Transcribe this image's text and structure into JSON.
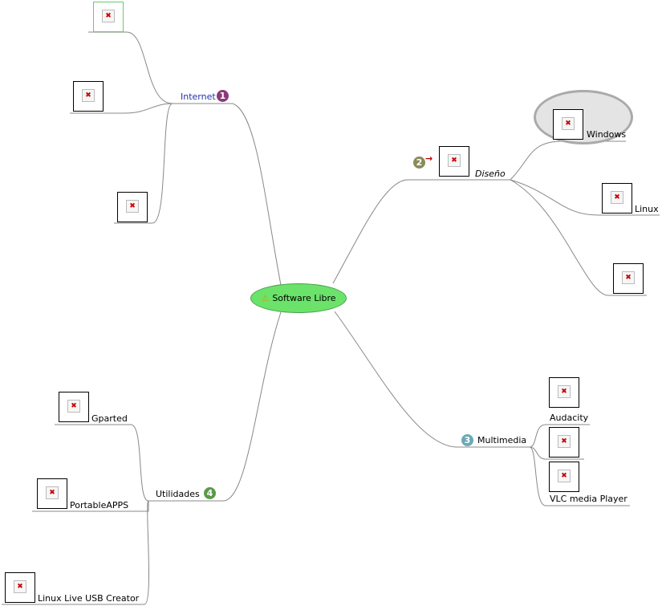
{
  "root": {
    "label": "Software Libre",
    "icon": "warning-icon"
  },
  "branches": {
    "internet": {
      "label": "Internet",
      "badge": "1",
      "badge_color": "#8a3a7a",
      "text_color": "#2233aa"
    },
    "diseno": {
      "label": "Diseño",
      "badge": "2",
      "badge_color": "#8d8a5a",
      "arrow": "→"
    },
    "multimedia": {
      "label": "Multimedia",
      "badge": "3",
      "badge_color": "#6aa9b5"
    },
    "utilidades": {
      "label": "Utilidades",
      "badge": "4",
      "badge_color": "#5a9a4a"
    }
  },
  "diseno_children": {
    "windows": "Windows",
    "linux": "Linux"
  },
  "multimedia_children": {
    "audacity": "Audacity",
    "vlc": "VLC media Player"
  },
  "utilidades_children": {
    "gparted": "Gparted",
    "portable": "PortableAPPS",
    "usb": "Linux Live USB Creator"
  }
}
